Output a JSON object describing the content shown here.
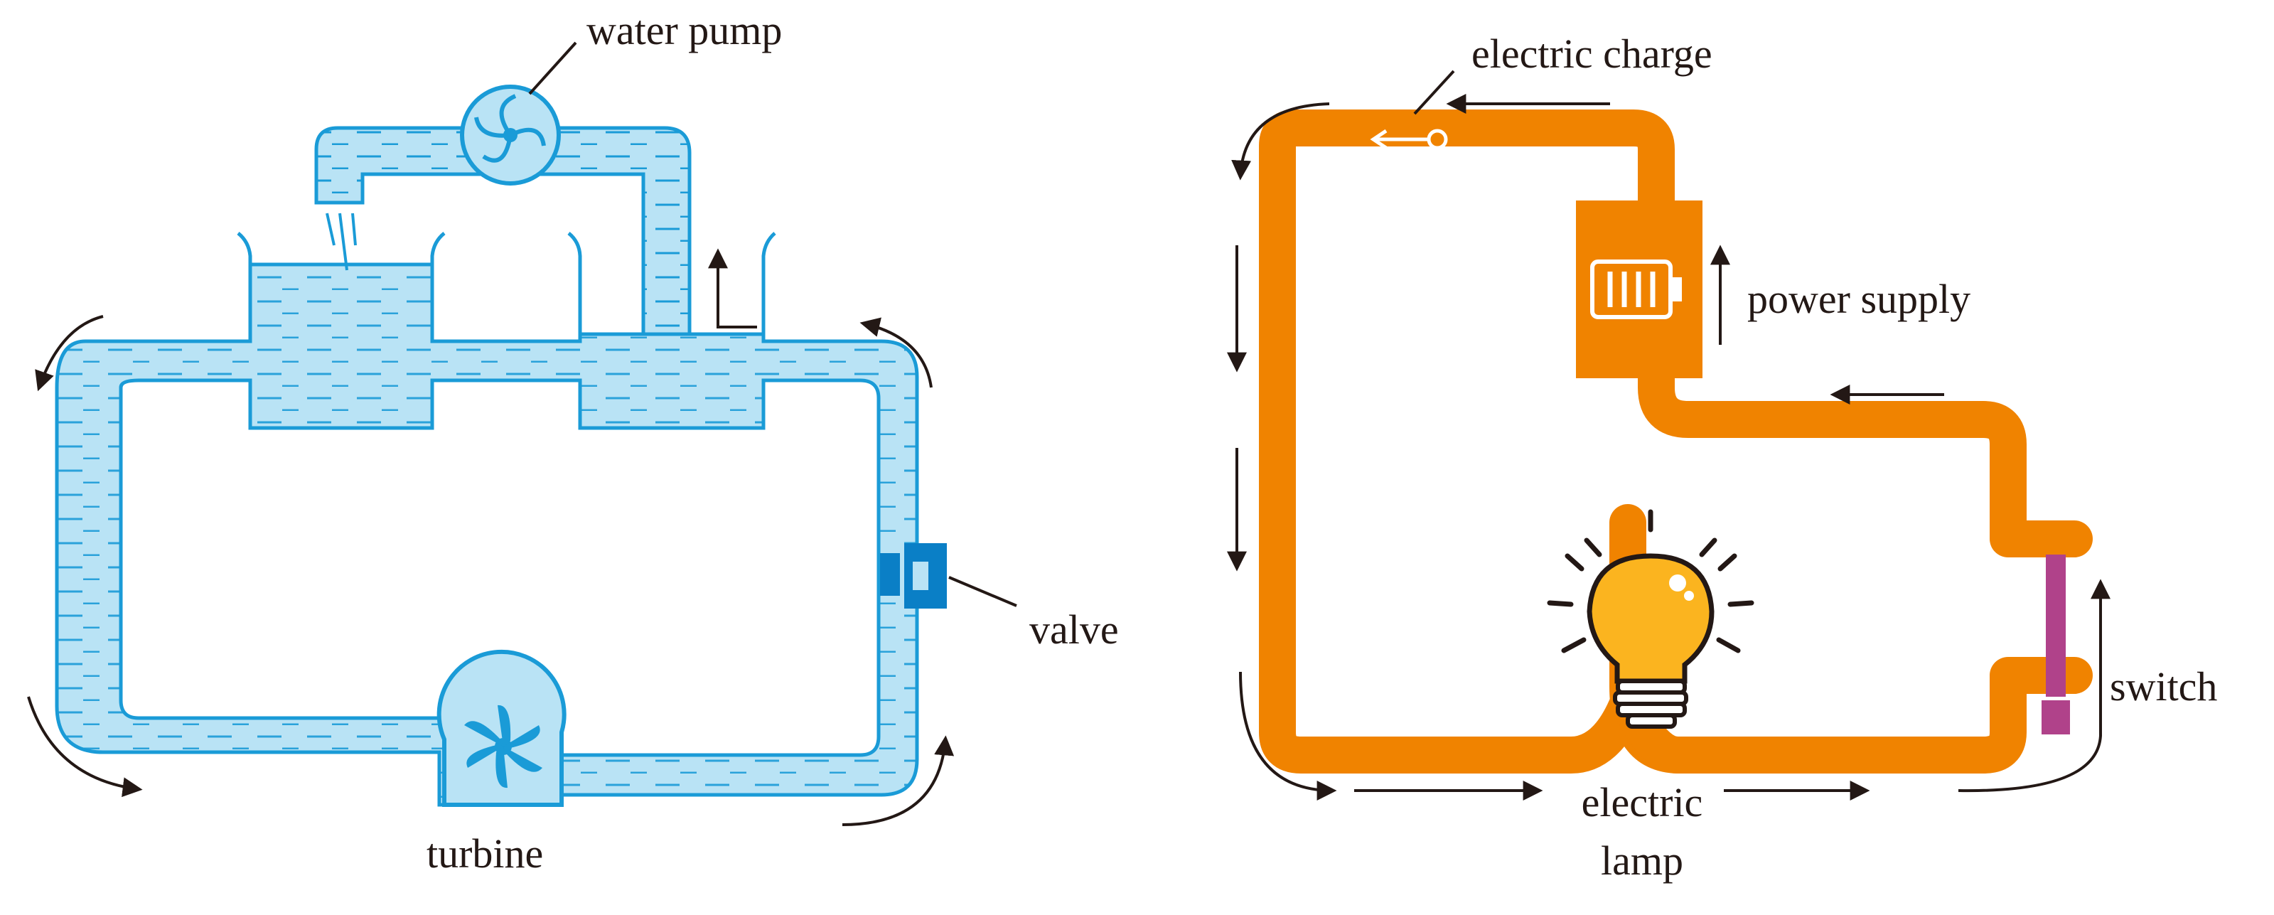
{
  "labels": {
    "water_pump": "water pump",
    "valve": "valve",
    "turbine": "turbine",
    "electric_charge": "electric charge",
    "power_supply": "power supply",
    "switch": "switch",
    "electric_lamp_line1": "electric",
    "electric_lamp_line2": "lamp"
  },
  "colors": {
    "water_fill": "#b9e3f5",
    "water_line": "#1a9bd7",
    "valve": "#0a7fc6",
    "wire": "#f08300",
    "switch": "#b0428a",
    "bulb": "#fbb41f",
    "arrow": "#231815",
    "text": "#231815"
  },
  "icons": {
    "pump": "pump-impeller-icon",
    "turbine": "turbine-fan-icon",
    "battery": "battery-icon",
    "lamp": "light-bulb-icon"
  }
}
